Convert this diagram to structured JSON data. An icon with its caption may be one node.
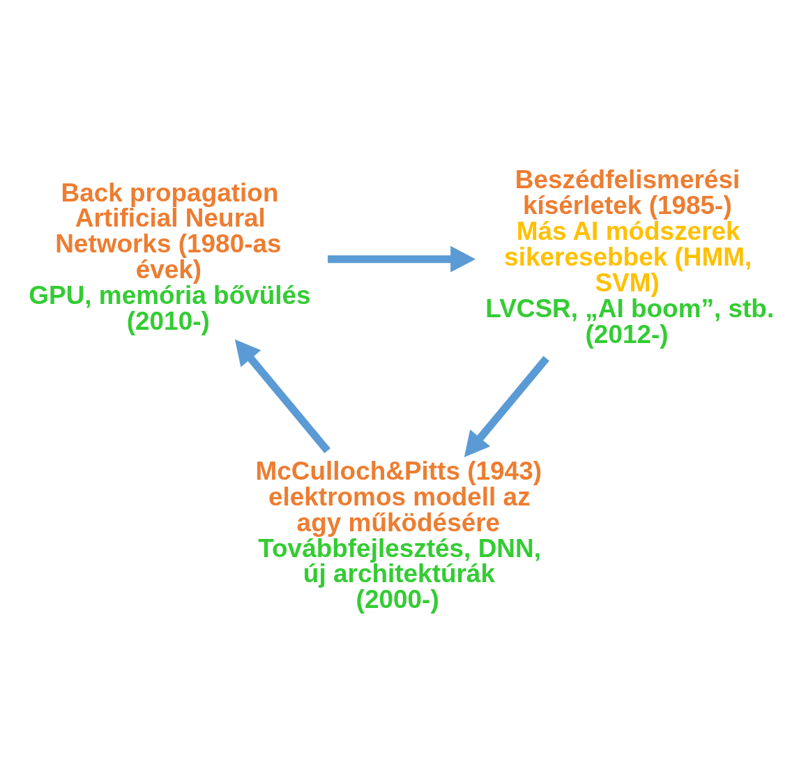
{
  "diagram": {
    "nodes": [
      {
        "text": [
          "Back propagation Artificial Neural Networks (1980-as évek)",
          "GPU, memória bővülés (2010-)"
        ]
      },
      {
        "text": [
          "Beszédfelismerési kísérletek (1985-)",
          "Más AI módszerek sikeresebbek (HMM, SVM)",
          "LVCSR, „AI boom”, stb. (2012-)"
        ]
      },
      {
        "text": [
          "McCulloch&Pitts (1943) elektromos modell az agy működésére",
          "Továbbfejlesztés, DNN, új architektúrák (2000-)"
        ]
      }
    ],
    "edges": [
      {
        "from": 0,
        "to": 1,
        "arrow": "to"
      },
      {
        "from": 1,
        "to": 2,
        "arrow": "to"
      },
      {
        "from": 2,
        "to": 0,
        "arrow": "to"
      }
    ]
  }
}
